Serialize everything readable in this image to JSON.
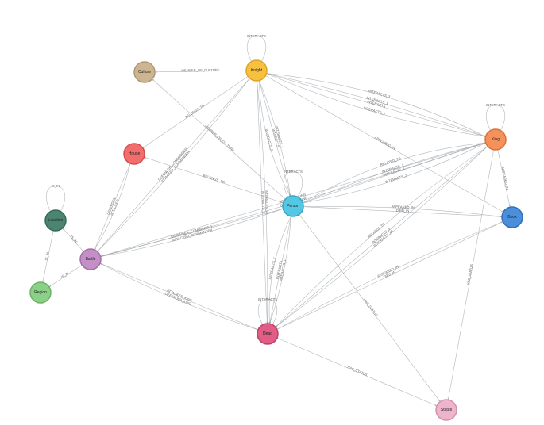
{
  "nodes": [
    {
      "id": "culture",
      "label": "Culture",
      "color": "#cdb592",
      "stroke": "#b09873"
    },
    {
      "id": "knight",
      "label": "Knight",
      "color": "#f7c03e",
      "stroke": "#dea524"
    },
    {
      "id": "house",
      "label": "House",
      "color": "#f26d6c",
      "stroke": "#d14f4e"
    },
    {
      "id": "person",
      "label": "Person",
      "color": "#54c7e4",
      "stroke": "#35a7c4"
    },
    {
      "id": "king",
      "label": "King",
      "color": "#f6915b",
      "stroke": "#d8733c"
    },
    {
      "id": "book",
      "label": "Book",
      "color": "#4a8fdb",
      "stroke": "#2f70bb"
    },
    {
      "id": "location",
      "label": "Location",
      "color": "#4b8572",
      "stroke": "#356a5a"
    },
    {
      "id": "battle",
      "label": "Battle",
      "color": "#c48ec6",
      "stroke": "#a470a6"
    },
    {
      "id": "region",
      "label": "Region",
      "color": "#8ad086",
      "stroke": "#6bb267"
    },
    {
      "id": "dead",
      "label": "Dead",
      "color": "#e05d86",
      "stroke": "#c13f68"
    },
    {
      "id": "status",
      "label": "Status",
      "color": "#eeb4cb",
      "stroke": "#d193ac"
    }
  ],
  "edges": [
    {
      "from": "knight",
      "to": "culture",
      "label": "MEMBER_OF_CULTURE"
    },
    {
      "from": "person",
      "to": "culture",
      "label": "MEMBER_OF_CULTURE"
    },
    {
      "from": "knight",
      "to": "house",
      "label": "BELONGS_TO"
    },
    {
      "from": "person",
      "to": "house",
      "label": "BELONGS_TO"
    },
    {
      "from": "knight",
      "to": "king",
      "label": "INTERACTS"
    },
    {
      "from": "knight",
      "to": "king",
      "label": "INTERACTS_1"
    },
    {
      "from": "knight",
      "to": "king",
      "label": "INTERACTS_2"
    },
    {
      "from": "knight",
      "to": "king",
      "label": "INTERACTS_3"
    },
    {
      "from": "person",
      "to": "king",
      "label": "INTERACTS_1"
    },
    {
      "from": "person",
      "to": "king",
      "label": "INTERACTS_2"
    },
    {
      "from": "person",
      "to": "king",
      "label": "INTERACTS_3"
    },
    {
      "from": "person",
      "to": "king",
      "label": "RELATED_TO"
    },
    {
      "from": "knight",
      "to": "person",
      "label": "INTERACTS"
    },
    {
      "from": "knight",
      "to": "person",
      "label": "INTERACTS_1"
    },
    {
      "from": "knight",
      "to": "person",
      "label": "INTERACTS_2"
    },
    {
      "from": "knight",
      "to": "dead",
      "label": "INTERACTS_3"
    },
    {
      "from": "knight",
      "to": "dead",
      "label": "INTERACTS_45"
    },
    {
      "from": "knight",
      "to": "battle",
      "label": "DEFENDER_COMMANDER"
    },
    {
      "from": "knight",
      "to": "battle",
      "label": "ATTACKER_COMMANDER"
    },
    {
      "from": "knight",
      "to": "book",
      "label": "APPEARED_IN"
    },
    {
      "from": "person",
      "to": "battle",
      "label": "DEFENDER_COMMANDER"
    },
    {
      "from": "person",
      "to": "battle",
      "label": "ATTACKER_COMMANDER"
    },
    {
      "from": "person",
      "to": "book",
      "label": "DIED_IN"
    },
    {
      "from": "person",
      "to": "book",
      "label": "APPEARED_IN"
    },
    {
      "from": "person",
      "to": "dead",
      "label": "INTERACTS"
    },
    {
      "from": "person",
      "to": "dead",
      "label": "INTERACTS_1"
    },
    {
      "from": "person",
      "to": "dead",
      "label": "INTERACTS_2"
    },
    {
      "from": "person",
      "to": "status",
      "label": "HAS_STATUS"
    },
    {
      "from": "king",
      "to": "book",
      "label": "APPEARED_IN"
    },
    {
      "from": "king",
      "to": "dead",
      "label": "INTERACTS_3"
    },
    {
      "from": "king",
      "to": "dead",
      "label": "INTERACTS_45"
    },
    {
      "from": "king",
      "to": "dead",
      "label": "RELATED_TO"
    },
    {
      "from": "king",
      "to": "status",
      "label": "HAS_STATUS"
    },
    {
      "from": "king",
      "to": "battle",
      "label": "ATTACKER_KING"
    },
    {
      "from": "king",
      "to": "battle",
      "label": "DEFENDER_KING"
    },
    {
      "from": "dead",
      "to": "battle",
      "label": "ATTACKER_KING"
    },
    {
      "from": "dead",
      "to": "battle",
      "label": "DEFENDER_KING"
    },
    {
      "from": "dead",
      "to": "status",
      "label": "HAS_STATUS"
    },
    {
      "from": "dead",
      "to": "book",
      "label": "DIED_IN"
    },
    {
      "from": "dead",
      "to": "book",
      "label": "APPEARED_IN"
    },
    {
      "from": "house",
      "to": "battle",
      "label": "DEFENDER"
    },
    {
      "from": "house",
      "to": "battle",
      "label": "ATTACKER"
    },
    {
      "from": "battle",
      "to": "location",
      "label": "IS_IN"
    },
    {
      "from": "location",
      "to": "region",
      "label": "IS_IN"
    },
    {
      "from": "battle",
      "to": "region",
      "label": "IS_IN"
    },
    {
      "from": "location",
      "to": "location",
      "label": "IS_IN"
    },
    {
      "from": "knight",
      "to": "knight",
      "label": "INTERACTS"
    },
    {
      "from": "king",
      "to": "king",
      "label": "INTERACTS"
    },
    {
      "from": "person",
      "to": "person",
      "label": "INTERACTS"
    },
    {
      "from": "dead",
      "to": "dead",
      "label": "INTERACTS"
    }
  ]
}
